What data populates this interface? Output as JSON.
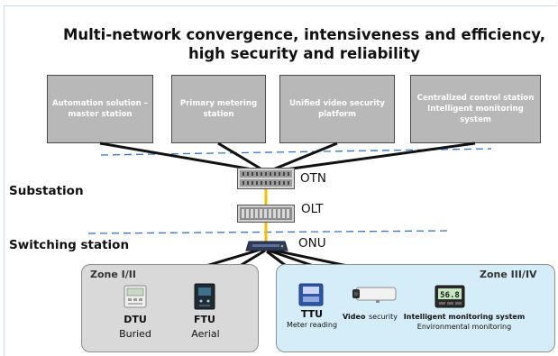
{
  "title": "Multi-network convergence, intensiveness and efficiency, high security and reliability",
  "systems": [
    "Automation solution – master station",
    "Primary metering station",
    "Unified video security platform",
    "Centralized control station Intelligent monitoring system"
  ],
  "rows": {
    "substation": "Substation",
    "switching": "Switching station"
  },
  "devices": {
    "otn": "OTN",
    "olt": "OLT",
    "onu": "ONU"
  },
  "zones": {
    "left": {
      "title": "Zone I/II",
      "items": [
        {
          "name": "DTU",
          "sub": "Buried"
        },
        {
          "name": "FTU",
          "sub": "Aerial"
        }
      ]
    },
    "right": {
      "title": "Zone III/IV",
      "ttu_name": "TTU",
      "ttu_sub": "Meter reading",
      "video_bold": "Video",
      "video_rest": "security",
      "ims_name": "Intelligent monitoring system",
      "ims_sub": "Environmental monitoring",
      "meter_display": "56.8"
    }
  },
  "colors": {
    "system_box": "#b8b8b8",
    "dashed_line": "#2e74c7",
    "fiber_link": "#f2c200",
    "zone_left": "#d9d9d9",
    "zone_right": "#d5edf8"
  }
}
